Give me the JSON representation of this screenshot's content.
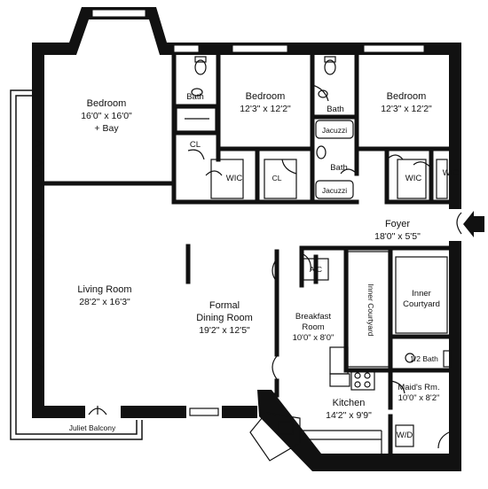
{
  "plan": {
    "rooms": {
      "bedroom1": {
        "name": "Bedroom",
        "dim": "16'0\" x 16'0\"",
        "extra": "+ Bay"
      },
      "bedroom2": {
        "name": "Bedroom",
        "dim": "12'3\" x 12'2\""
      },
      "bedroom3": {
        "name": "Bedroom",
        "dim": "12'3\" x 12'2\""
      },
      "living": {
        "name": "Living Room",
        "dim": "28'2\" x 16'3\""
      },
      "dining": {
        "name1": "Formal",
        "name2": "Dining Room",
        "dim": "19'2\" x 12'5\""
      },
      "foyer": {
        "name": "Foyer",
        "dim": "18'0\" x 5'5\""
      },
      "breakfast": {
        "name1": "Breakfast",
        "name2": "Room",
        "dim": "10'0\" x 8'0\""
      },
      "kitchen": {
        "name": "Kitchen",
        "dim": "14'2\" x 9'9\""
      },
      "maids": {
        "name": "Maid's Rm.",
        "dim": "10'0\" x 8'2\""
      }
    },
    "labels": {
      "bath1": "Bath",
      "bath2": "Bath",
      "bath3": "Bath",
      "half_bath": "1/2 Bath",
      "cl1": "CL",
      "cl2": "CL",
      "wic1": "WIC",
      "wic2": "WIC",
      "wic3": "WIC",
      "jacuzzi1": "Jacuzzi",
      "jacuzzi2": "Jacuzzi",
      "ac": "A/C",
      "inner_courtyard1": "Inner Courtyard",
      "inner_courtyard2_a": "Inner",
      "inner_courtyard2_b": "Courtyard",
      "wd": "W/D",
      "juliet": "Juliet Balcony"
    }
  }
}
